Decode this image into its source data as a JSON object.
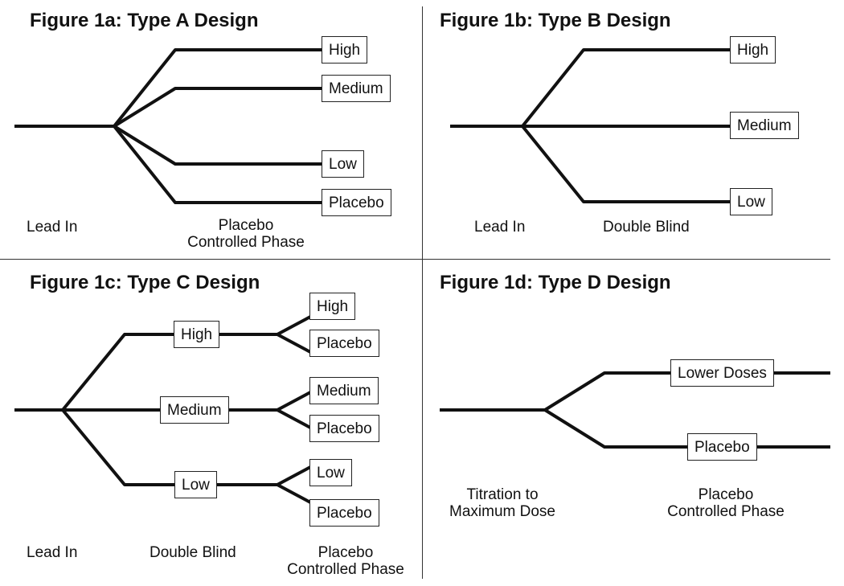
{
  "panel_a": {
    "title": "Figure 1a: Type A Design",
    "arms": [
      "High",
      "Medium",
      "Low",
      "Placebo"
    ],
    "phase_labels": [
      "Lead In",
      "Placebo",
      "Controlled Phase"
    ]
  },
  "panel_b": {
    "title": "Figure 1b: Type B Design",
    "arms": [
      "High",
      "Medium",
      "Low"
    ],
    "phase_labels": [
      "Lead In",
      "Double Blind"
    ]
  },
  "panel_c": {
    "title": "Figure 1c: Type C Design",
    "first_arms": [
      "High",
      "Medium",
      "Low"
    ],
    "second_arms": [
      "High",
      "Placebo",
      "Medium",
      "Placebo",
      "Low",
      "Placebo"
    ],
    "phase_labels": [
      "Lead In",
      "Double Blind",
      "Placebo",
      "Controlled Phase"
    ]
  },
  "panel_d": {
    "title": "Figure 1d: Type D Design",
    "arms": [
      "Lower Doses",
      "Placebo"
    ],
    "phase_labels": [
      "Titration to",
      "Maximum Dose",
      "Placebo",
      "Controlled Phase"
    ]
  }
}
